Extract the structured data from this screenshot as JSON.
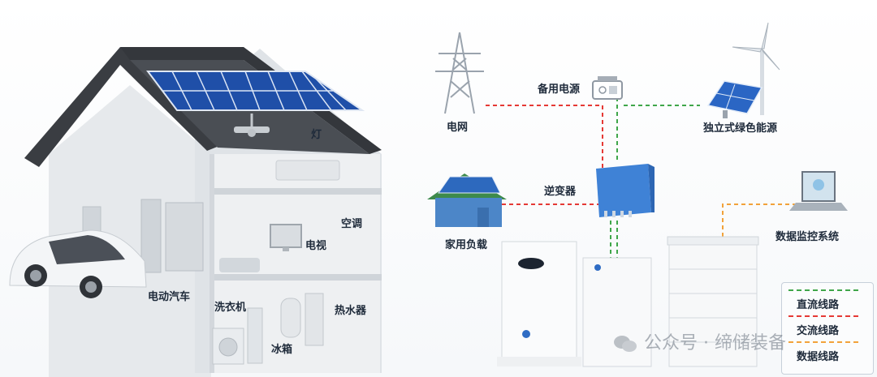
{
  "labels": {
    "light": "灯",
    "ac": "空调",
    "tv": "电视",
    "ev": "电动汽车",
    "washer": "洗衣机",
    "fridge": "冰箱",
    "water_heater": "热水器",
    "grid": "电网",
    "backup_power": "备用电源",
    "green_energy": "独立式绿色能源",
    "home_load": "家用负载",
    "inverter": "逆变器",
    "monitor": "数据监控系统"
  },
  "legend": {
    "dc_label": "直流线路",
    "ac_label": "交流线路",
    "data_label": "数据线路",
    "dc_color": "#3fa64a",
    "ac_color": "#e53935",
    "data_color": "#f2a23a"
  },
  "watermark": {
    "text": "公众号 · 缔储装备"
  }
}
